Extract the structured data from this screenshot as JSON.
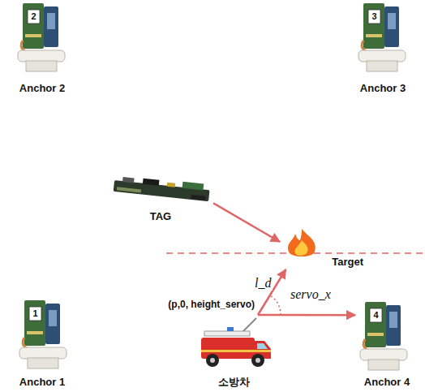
{
  "diagram": {
    "nodes": [
      {
        "text": [
          "Anchor 2"
        ]
      },
      {
        "text": [
          "Anchor 3"
        ]
      },
      {
        "text": [
          "TAG"
        ]
      },
      {
        "text": [
          "Target"
        ]
      },
      {
        "text": [
          "Anchor 1"
        ]
      },
      {
        "text": [
          "소방차"
        ]
      },
      {
        "text": [
          "Anchor 4"
        ]
      }
    ],
    "edges": [
      {
        "from": 2,
        "to": 3,
        "arrow": "to"
      },
      {
        "from": 5,
        "to": 3,
        "label": "l_d",
        "arrow": "to"
      },
      {
        "from": 5,
        "to": 6,
        "arrow": "to"
      }
    ],
    "labels": [
      "2",
      "3",
      "servo_x",
      "(p,0, height_servo)",
      "1",
      "4"
    ]
  }
}
